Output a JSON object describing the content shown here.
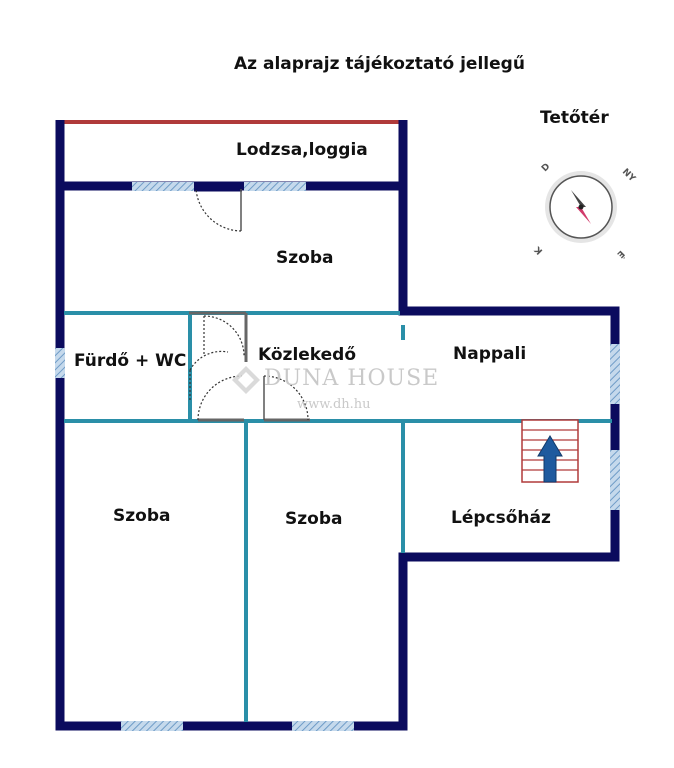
{
  "header": {
    "title": "Az alaprajz tájékoztató jellegű",
    "floor": "Tetőtér"
  },
  "rooms": {
    "loggia": "Lodzsa,loggia",
    "szoba_top": "Szoba",
    "furdo": "Fürdő + WC",
    "kozlekedo": "Közlekedő",
    "nappali": "Nappali",
    "szoba_left": "Szoba",
    "szoba_mid": "Szoba",
    "lepcsohaz": "Lépcsőház"
  },
  "compass": {
    "n": "É",
    "s": "D",
    "e": "K",
    "w": "NY"
  },
  "watermark": {
    "brand": "DUNA HOUSE",
    "url": "www.dh.hu"
  },
  "colors": {
    "outer_wall": "#0b0b5e",
    "inner_wall": "#2a8fa8",
    "window": "#8fb4d6",
    "loggia_rail": "#b03a3a",
    "stairs": "#b03a3a",
    "arrow": "#1f5a9e"
  }
}
